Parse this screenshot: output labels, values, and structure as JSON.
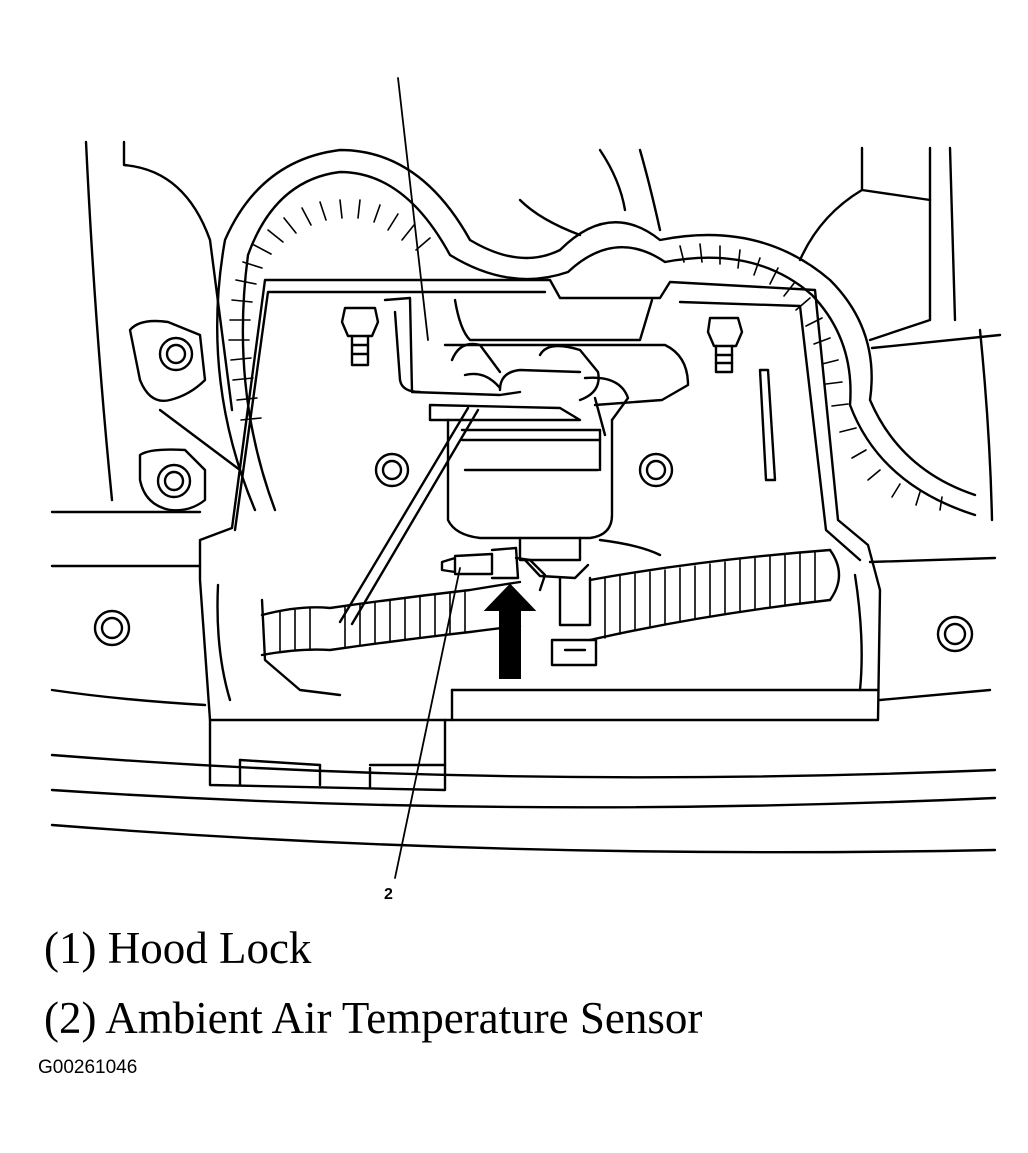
{
  "diagram": {
    "callouts": [
      {
        "number": "1",
        "name": "Hood Lock"
      },
      {
        "number": "2",
        "name": "Ambient Air Temperature Sensor"
      }
    ],
    "visible_callout_label": "2"
  },
  "legend": [
    "(1) Hood Lock",
    "(2) Ambient Air Temperature Sensor"
  ],
  "figure_id": "G00261046",
  "colors": {
    "ink": "#000000",
    "paper": "#ffffff"
  }
}
